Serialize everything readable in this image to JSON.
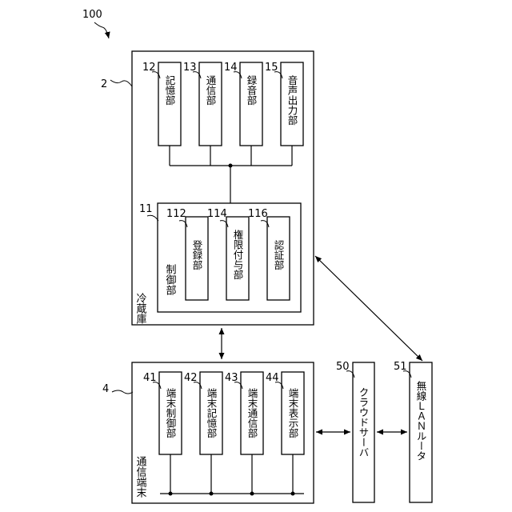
{
  "diagram": {
    "figure_ref": "100",
    "refrigerator": {
      "ref": "2",
      "label": "冷蔵庫",
      "units": [
        {
          "ref": "12",
          "label": "記憶部"
        },
        {
          "ref": "13",
          "label": "通信部"
        },
        {
          "ref": "14",
          "label": "録音部"
        },
        {
          "ref": "15",
          "label": "音声出力部"
        }
      ],
      "control": {
        "ref": "11",
        "label": "制御部",
        "subunits": [
          {
            "ref": "112",
            "label": "登録部"
          },
          {
            "ref": "114",
            "label": "権限付与部"
          },
          {
            "ref": "116",
            "label": "認証部"
          }
        ]
      }
    },
    "terminal": {
      "ref": "4",
      "label": "通信端末",
      "units": [
        {
          "ref": "41",
          "label": "端末制御部"
        },
        {
          "ref": "42",
          "label": "端末記憶部"
        },
        {
          "ref": "43",
          "label": "端末通信部"
        },
        {
          "ref": "44",
          "label": "端末表示部"
        }
      ]
    },
    "cloud": {
      "ref": "50",
      "label": "クラウドサーバ"
    },
    "router": {
      "ref": "51",
      "label": "無線ＬＡＮルータ"
    }
  }
}
